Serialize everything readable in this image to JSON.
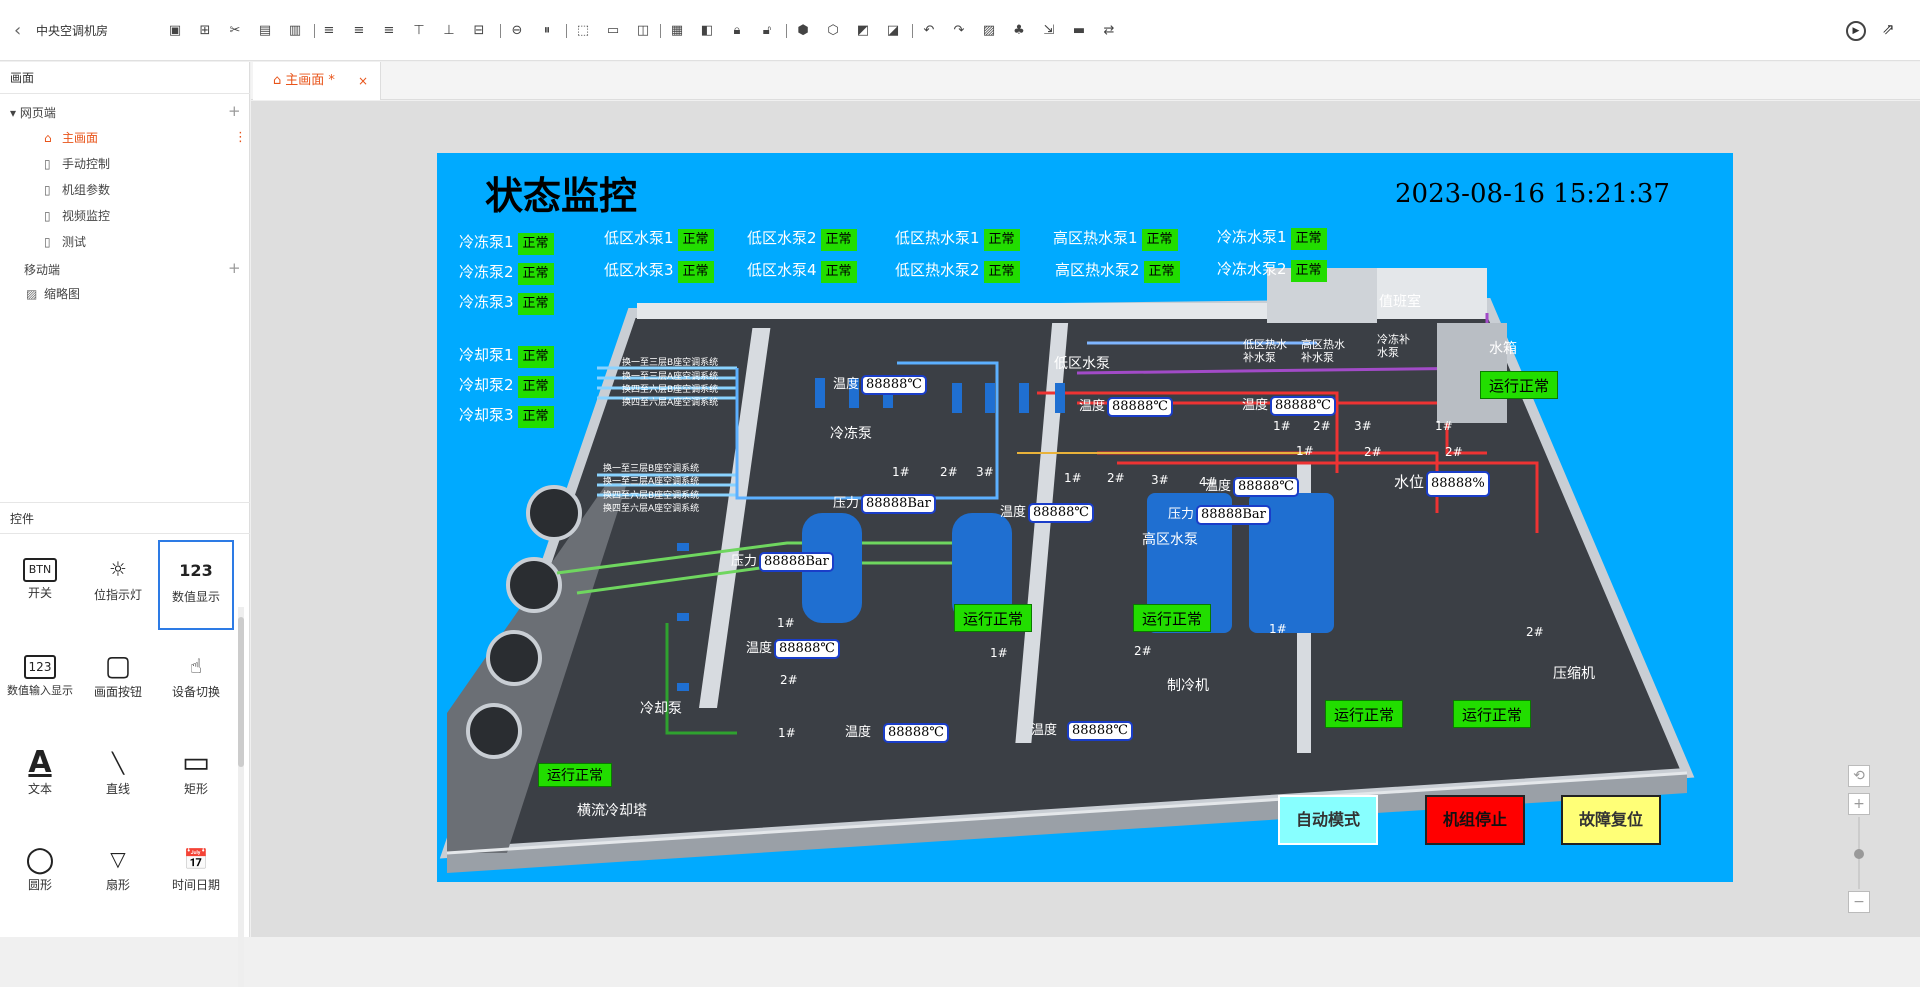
{
  "app": {
    "title": "中央空调机房"
  },
  "panels": {
    "screens_label": "画面",
    "controls_label": "控件"
  },
  "tree": {
    "web_group": "网页端",
    "mobile_group": "移动端",
    "items": [
      "主画面",
      "手动控制",
      "机组参数",
      "视频监控",
      "测试"
    ],
    "thumbnail": "缩略图"
  },
  "controls": [
    {
      "label": "开关",
      "glyph": "BTN"
    },
    {
      "label": "位指示灯",
      "glyph": "☼"
    },
    {
      "label": "数值显示",
      "glyph": "123"
    },
    {
      "label": "数值输入显示",
      "glyph": "123"
    },
    {
      "label": "画面按钮",
      "glyph": "▢"
    },
    {
      "label": "设备切换",
      "glyph": "☝"
    },
    {
      "label": "文本",
      "glyph": "A"
    },
    {
      "label": "直线",
      "glyph": "╲"
    },
    {
      "label": "矩形",
      "glyph": "▭"
    },
    {
      "label": "圆形",
      "glyph": "○"
    },
    {
      "label": "扇形",
      "glyph": "▽"
    },
    {
      "label": "时间日期",
      "glyph": "📅"
    }
  ],
  "tab": {
    "label": "主画面 *",
    "close": "×"
  },
  "scada": {
    "title": "状态监控",
    "datetime": "2023-08-16 15:21:37",
    "ok_text": "正常",
    "running_text": "运行正常",
    "pump_status": [
      {
        "name": "冷冻泵1"
      },
      {
        "name": "冷冻泵2"
      },
      {
        "name": "冷冻泵3"
      },
      {
        "name": "冷却泵1"
      },
      {
        "name": "冷却泵2"
      },
      {
        "name": "冷却泵3"
      },
      {
        "name": "低区水泵1"
      },
      {
        "name": "低区水泵3"
      },
      {
        "name": "低区水泵2"
      },
      {
        "name": "低区水泵4"
      },
      {
        "name": "低区热水泵1"
      },
      {
        "name": "低区热水泵2"
      },
      {
        "name": "高区热水泵1"
      },
      {
        "name": "高区热水泵2"
      },
      {
        "name": "冷冻水泵1"
      },
      {
        "name": "冷冻水泵2"
      }
    ],
    "readouts": [
      {
        "label": "温度",
        "value": "88888℃"
      },
      {
        "label": "压力",
        "value": "88888Bar"
      },
      {
        "label": "压力",
        "value": "88888Bar"
      },
      {
        "label": "温度",
        "value": "88888℃"
      },
      {
        "label": "温度",
        "value": "88888℃"
      },
      {
        "label": "温度",
        "value": "88888℃"
      },
      {
        "label": "压力",
        "value": "88888Bar"
      },
      {
        "label": "温度",
        "value": "88888℃"
      },
      {
        "label": "温度",
        "value": "88888℃"
      },
      {
        "label": "水位",
        "value": "88888%"
      },
      {
        "label": "温度",
        "value": "88888℃"
      },
      {
        "label": "温度",
        "value": "88888℃"
      }
    ],
    "area_labels": [
      "冷冻泵",
      "低区水泵",
      "高区水泵",
      "制冷机",
      "压缩机",
      "冷却泵",
      "横流冷却塔",
      "值班室",
      "水箱"
    ],
    "small_labels": [
      "换一至三层B座空调系统",
      "换一至三层A座空调系统",
      "换四至六层B座空调系统",
      "换四至六层A座空调系统",
      "换一至三层B座空调系统",
      "换一至三层A座空调系统",
      "换四至六层B座空调系统",
      "换四至六层A座空调系统",
      "低区热水\n补水泵",
      "高区热水\n补水泵",
      "冷冻补\n水泵"
    ],
    "unit_numbers": [
      "1#",
      "2#",
      "3#",
      "1#",
      "2#",
      "3#",
      "4#",
      "1#",
      "2#",
      "3#",
      "1#",
      "2#",
      "1#",
      "2#",
      "1#",
      "2#",
      "1#",
      "2#",
      "1#",
      "2#",
      "1#",
      "2#"
    ],
    "buttons": [
      {
        "label": "自动模式",
        "color": "#88ffff"
      },
      {
        "label": "机组停止",
        "color": "#ff0000"
      },
      {
        "label": "故障复位",
        "color": "#ffff77"
      }
    ]
  }
}
